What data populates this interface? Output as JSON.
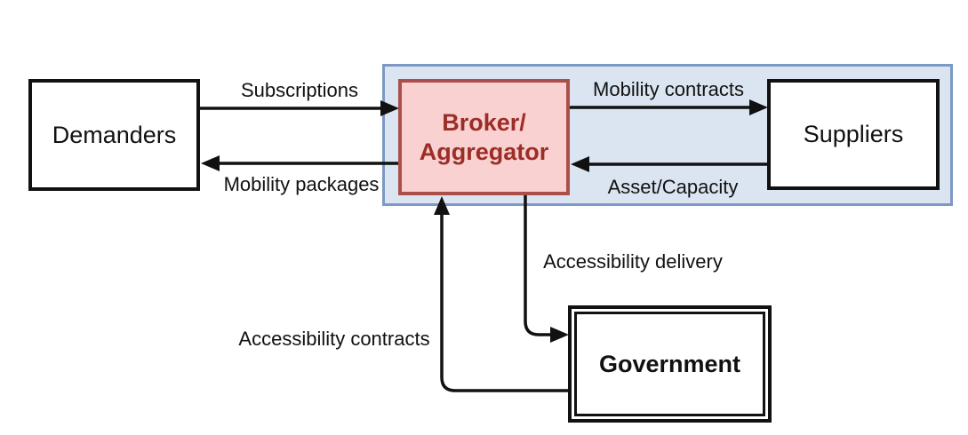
{
  "diagram": {
    "title": "Broker/Aggregator mobility ecosystem diagram",
    "nodes": {
      "demanders": {
        "label": "Demanders"
      },
      "broker": {
        "label_line1": "Broker/",
        "label_line2": "Aggregator"
      },
      "suppliers": {
        "label": "Suppliers"
      },
      "government": {
        "label": "Government"
      }
    },
    "edges": {
      "subscriptions": {
        "label": "Subscriptions",
        "from": "demanders",
        "to": "broker"
      },
      "mobility_packages": {
        "label": "Mobility packages",
        "from": "broker",
        "to": "demanders"
      },
      "mobility_contracts": {
        "label": "Mobility contracts",
        "from": "broker",
        "to": "suppliers"
      },
      "asset_capacity": {
        "label": "Asset/Capacity",
        "from": "suppliers",
        "to": "broker"
      },
      "accessibility_delivery": {
        "label": "Accessibility delivery",
        "from": "broker",
        "to": "government"
      },
      "accessibility_contracts": {
        "label": "Accessibility contracts",
        "from": "government",
        "to": "broker"
      }
    },
    "colors": {
      "broker_fill": "#f8d1d0",
      "broker_border": "#aa4f4a",
      "broker_text": "#9c2d27",
      "platform_fill": "#dbe5f1",
      "platform_border": "#7c99c5",
      "node_border": "#111111",
      "arrow": "#111111",
      "background": "#ffffff"
    }
  }
}
